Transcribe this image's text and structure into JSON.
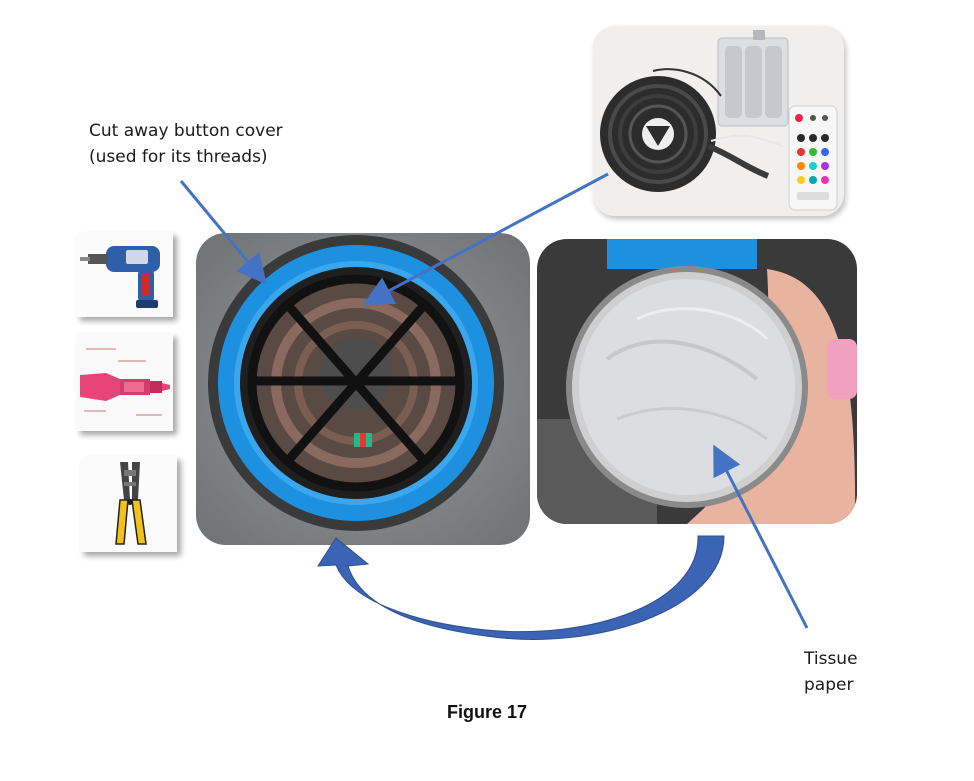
{
  "labels": {
    "button_cover_line1": "Cut away button cover",
    "button_cover_line2": "(used for its threads)",
    "tissue_line1": "Tissue",
    "tissue_line2": "paper"
  },
  "caption": "Figure 17",
  "colors": {
    "arrow": "#4472c4",
    "curved_arrow_fill": "#3b64b4",
    "ring_blue": "#1e90e0"
  },
  "icons": [
    "drill-icon",
    "connector-icon",
    "wire-stripper-icon"
  ]
}
